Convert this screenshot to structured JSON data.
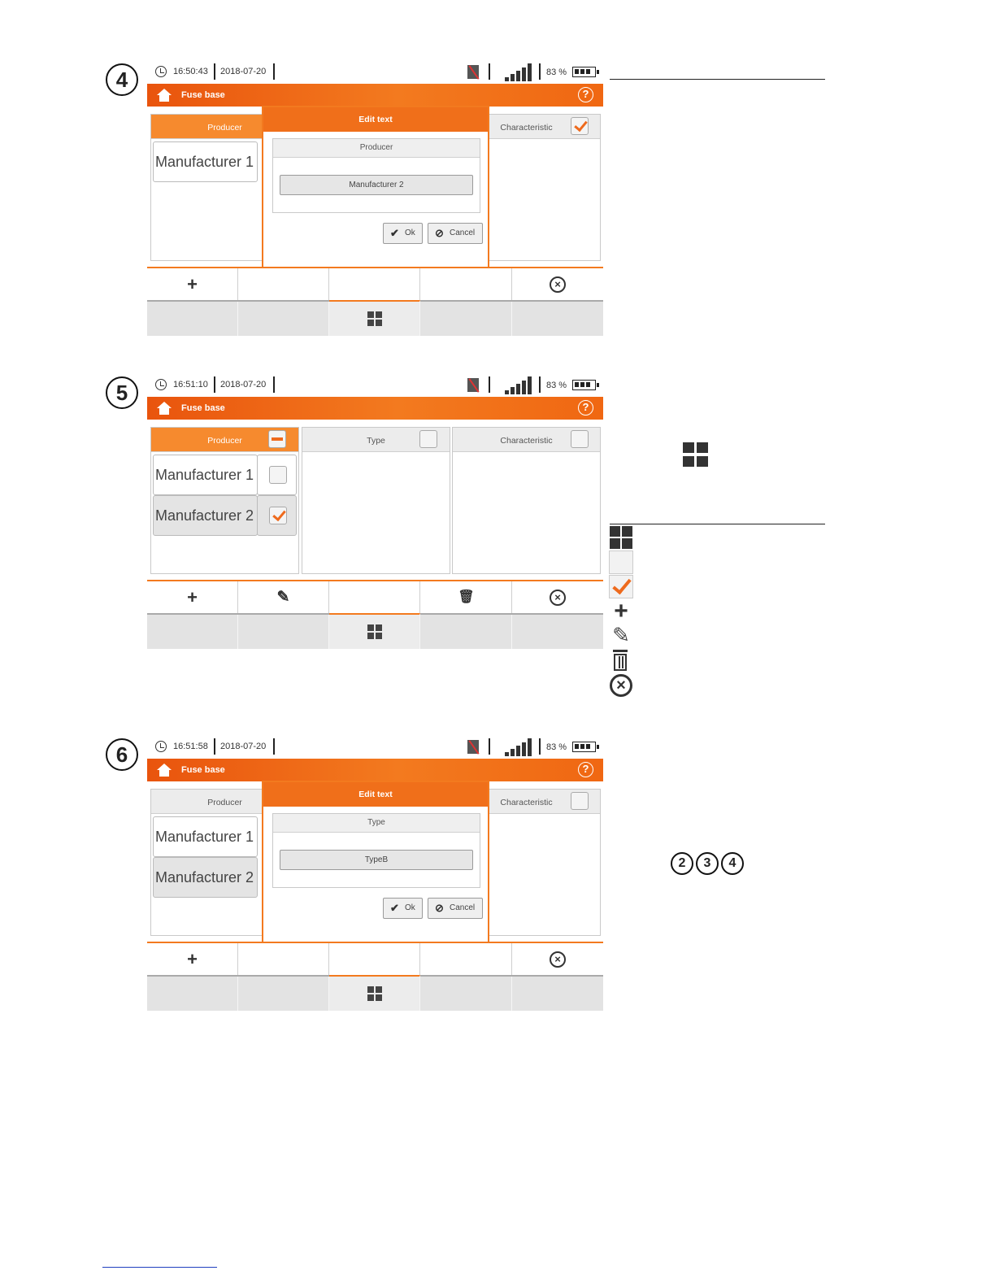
{
  "status_common": {
    "battery_pct": "83 %",
    "signal_bars": 5
  },
  "title": "Fuse base",
  "help_glyph": "?",
  "panels": {
    "producer": "Producer",
    "type": "Type",
    "characteristic": "Characteristic"
  },
  "steps": [
    {
      "number": "4",
      "time": "16:50:43",
      "date": "2018-07-20",
      "items": [
        "Manufacturer 1"
      ],
      "dialog": {
        "title": "Edit text",
        "field_label": "Producer",
        "value": "Manufacturer 2",
        "ok": "Ok",
        "cancel": "Cancel"
      }
    },
    {
      "number": "5",
      "time": "16:51:10",
      "date": "2018-07-20",
      "items": [
        "Manufacturer 1",
        "Manufacturer 2"
      ]
    },
    {
      "number": "6",
      "time": "16:51:58",
      "date": "2018-07-20",
      "items": [
        "Manufacturer 1",
        "Manufacturer 2"
      ],
      "dialog": {
        "title": "Edit text",
        "field_label": "Type",
        "value": "TypeB",
        "ok": "Ok",
        "cancel": "Cancel"
      }
    }
  ],
  "glyphs": {
    "plus": "+",
    "close": "×",
    "pencil": "✎",
    "trash": "🗑",
    "ok_check": "✔",
    "cancel_mark": "⊘"
  },
  "circled_refs": [
    "2",
    "3",
    "4"
  ]
}
